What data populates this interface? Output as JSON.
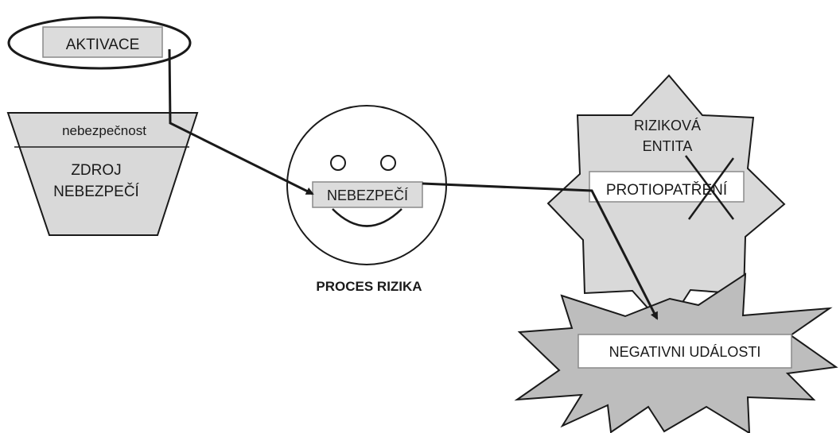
{
  "activation": {
    "label": "AKTIVACE"
  },
  "source": {
    "hazard_label": "nebezpečnost",
    "title_line1": "ZDROJ",
    "title_line2": "NEBEZPEČÍ"
  },
  "risk_process": {
    "hazard_box": "NEBEZPEČÍ",
    "caption": "PROCES RIZIKA"
  },
  "risk_entity": {
    "title_line1": "RIZIKOVÁ",
    "title_line2": "ENTITA",
    "countermeasure": "PROTIOPATŘENÍ"
  },
  "negative_events": {
    "label": "NEGATIVNI UDÁLOSTI"
  },
  "colors": {
    "shape_fill": "#d9d9d9",
    "starburst_fill": "#bdbdbd",
    "label_box_fill": "#dcdcdc",
    "white_box_fill": "#ffffff",
    "line": "#1a1a1a"
  }
}
